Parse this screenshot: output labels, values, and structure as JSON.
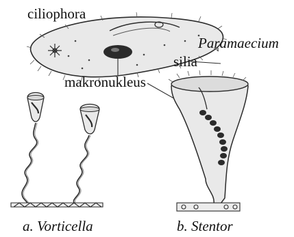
{
  "labels": {
    "ciliophora": "ciliophora",
    "paramaecium": "Paramaecium",
    "silia": "silia",
    "makronukleus": "makronukleus",
    "vorticella": "a. Vorticella",
    "stentor": "b. Stentor"
  },
  "colors": {
    "cell_fill": "#e9e9e9",
    "outline": "#2a2a2a",
    "nucleus": "#2b2b2b",
    "background": "#ffffff"
  }
}
